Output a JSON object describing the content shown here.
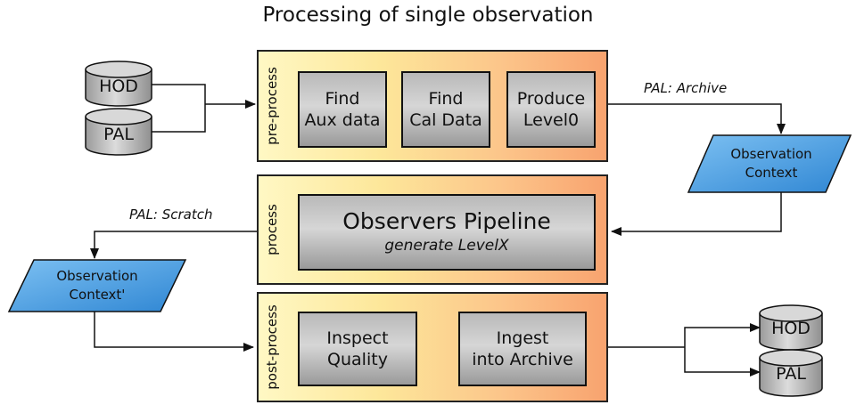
{
  "title": "Processing of single observation",
  "stages": {
    "pre": {
      "label": "pre-process",
      "boxes": [
        {
          "line1": "Find",
          "line2": "Aux data"
        },
        {
          "line1": "Find",
          "line2": "Cal Data"
        },
        {
          "line1": "Produce",
          "line2": "Level0"
        }
      ]
    },
    "process": {
      "label": "process",
      "pipeline_title": "Observers Pipeline",
      "pipeline_sub": "generate LevelX"
    },
    "post": {
      "label": "post-process",
      "boxes": [
        {
          "line1": "Inspect",
          "line2": "Quality"
        },
        {
          "line1": "Ingest",
          "line2": "into Archive"
        }
      ]
    }
  },
  "stores": {
    "in_top": "HOD",
    "in_bottom": "PAL",
    "out_top": "HOD",
    "out_bottom": "PAL"
  },
  "contexts": {
    "archive_context": {
      "line1": "Observation",
      "line2": "Context"
    },
    "scratch_context": {
      "line1": "Observation",
      "line2": "Context'"
    }
  },
  "edge_labels": {
    "archive": "PAL: Archive",
    "scratch": "PAL: Scratch"
  },
  "colors": {
    "stage_start": "#fff8c4",
    "stage_end": "#f8a36f",
    "context_fill": "#5aa8e6",
    "box_fill": "#c4c4c4"
  }
}
